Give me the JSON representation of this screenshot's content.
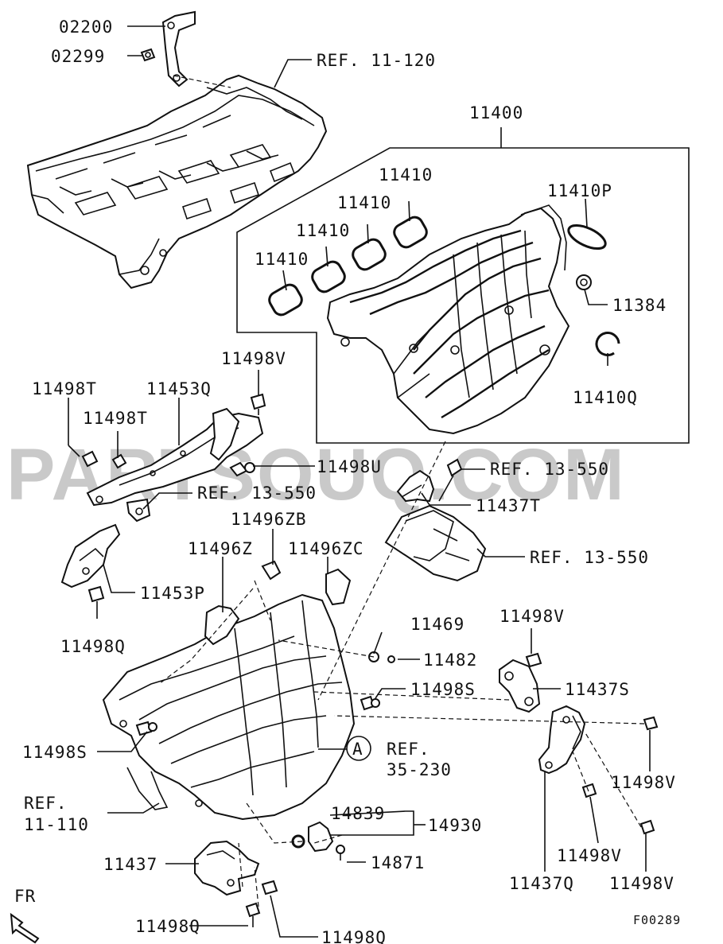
{
  "watermark": "PARTSOUQ.COM",
  "figure_code": "F00289",
  "direction_label": "FR",
  "circle_marker": "A",
  "labels": {
    "p02200": "02200",
    "p02299": "02299",
    "ref_11_120": "REF. 11-120",
    "p11400": "11400",
    "p11410_a": "11410",
    "p11410_b": "11410",
    "p11410_c": "11410",
    "p11410_d": "11410",
    "p11410P": "11410P",
    "p11384": "11384",
    "p11410Q": "11410Q",
    "p11498V_top": "11498V",
    "p11498T_a": "11498T",
    "p11453Q": "11453Q",
    "p11498T_b": "11498T",
    "p11498U": "11498U",
    "ref_13_550_a": "REF. 13-550",
    "ref_13_550_b": "REF. 13-550",
    "p11437T": "11437T",
    "p11496ZB": "11496ZB",
    "p11496Z": "11496Z",
    "p11496ZC": "11496ZC",
    "ref_13_550_c": "REF. 13-550",
    "p11453P": "11453P",
    "p11498Q_a": "11498Q",
    "p11469": "11469",
    "p11498V_mid": "11498V",
    "p11482": "11482",
    "p11437S": "11437S",
    "p11498S_a": "11498S",
    "p11498S_b": "11498S",
    "ref_35_230_a": "REF.",
    "ref_35_230_b": "35-230",
    "p11498V_r1": "11498V",
    "ref_11_110_a": "REF.",
    "ref_11_110_b": "11-110",
    "p14839": "14839",
    "p14930": "14930",
    "p14871": "14871",
    "p11437": "11437",
    "p11498V_r2": "11498V",
    "p11498Q_b": "11498Q",
    "p11498Q_c": "11498Q",
    "p11437Q": "11437Q",
    "p11498V_r3": "11498V"
  }
}
